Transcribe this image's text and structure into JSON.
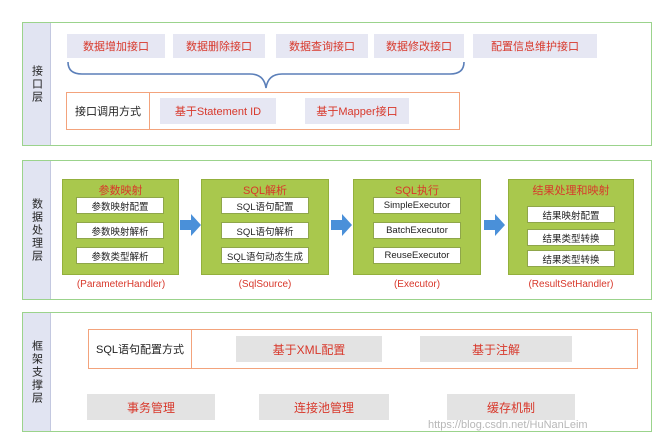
{
  "interface_layer": {
    "label": "接口层",
    "chips": [
      "数据增加接口",
      "数据删除接口",
      "数据查询接口",
      "数据修改接口",
      "配置信息维护接口"
    ],
    "call_row": {
      "label": "接口调用方式",
      "options": [
        "基于Statement ID",
        "基于Mapper接口"
      ]
    }
  },
  "processing_layer": {
    "label": "数据处理层",
    "panels": [
      {
        "title": "参数映射",
        "items": [
          "参数映射配置",
          "参数映射解析",
          "参数类型解析"
        ],
        "caption": "(ParameterHandler)"
      },
      {
        "title": "SQL解析",
        "items": [
          "SQL语句配置",
          "SQL语句解析",
          "SQL语句动态生成"
        ],
        "caption": "(SqlSource)"
      },
      {
        "title": "SQL执行",
        "items": [
          "SimpleExecutor",
          "BatchExecutor",
          "ReuseExecutor"
        ],
        "caption": "(Executor)"
      },
      {
        "title": "结果处理和映射",
        "items": [
          "结果映射配置",
          "结果类型转换",
          "结果类型转换"
        ],
        "caption": "(ResultSetHandler)"
      }
    ]
  },
  "framework_layer": {
    "label": "框架支撑层",
    "config_row": {
      "label": "SQL语句配置方式",
      "options": [
        "基于XML配置",
        "基于注解"
      ]
    },
    "items": [
      "事务管理",
      "连接池管理",
      "缓存机制"
    ]
  },
  "watermark": "https://blog.csdn.net/HuNanLeim",
  "colors": {
    "layer_border": "#9bd38c",
    "label_bg": "#e1e4f2",
    "chip_bg": "#e6e7f3",
    "accent_text": "#d8382b",
    "panel_green": "#a9c84d",
    "arrow_blue": "#4a90d9",
    "row_border": "#f3a37c"
  }
}
